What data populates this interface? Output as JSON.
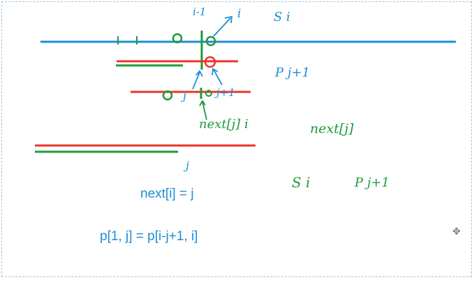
{
  "colors": {
    "blue": "#1a8fd6",
    "green": "#1e9a3c",
    "red": "#e8352a"
  },
  "handwriting": {
    "i_minus_1": "i-1",
    "i_top": "i",
    "s_i_top": "S i",
    "p_j1_top": "P j+1",
    "j_mid": "j",
    "j_plus_1": "j+1",
    "next_j_i": "next[j] i",
    "next_j_right": "next[j]",
    "j_bottom": "j",
    "s_i_bottom": "S i",
    "p_j1_bottom": "P j+1"
  },
  "formulas": {
    "next": "next[i] = j",
    "prefix": "p[1, j] = p[i-j+1, i]"
  },
  "icons": {
    "move": "move-icon"
  }
}
